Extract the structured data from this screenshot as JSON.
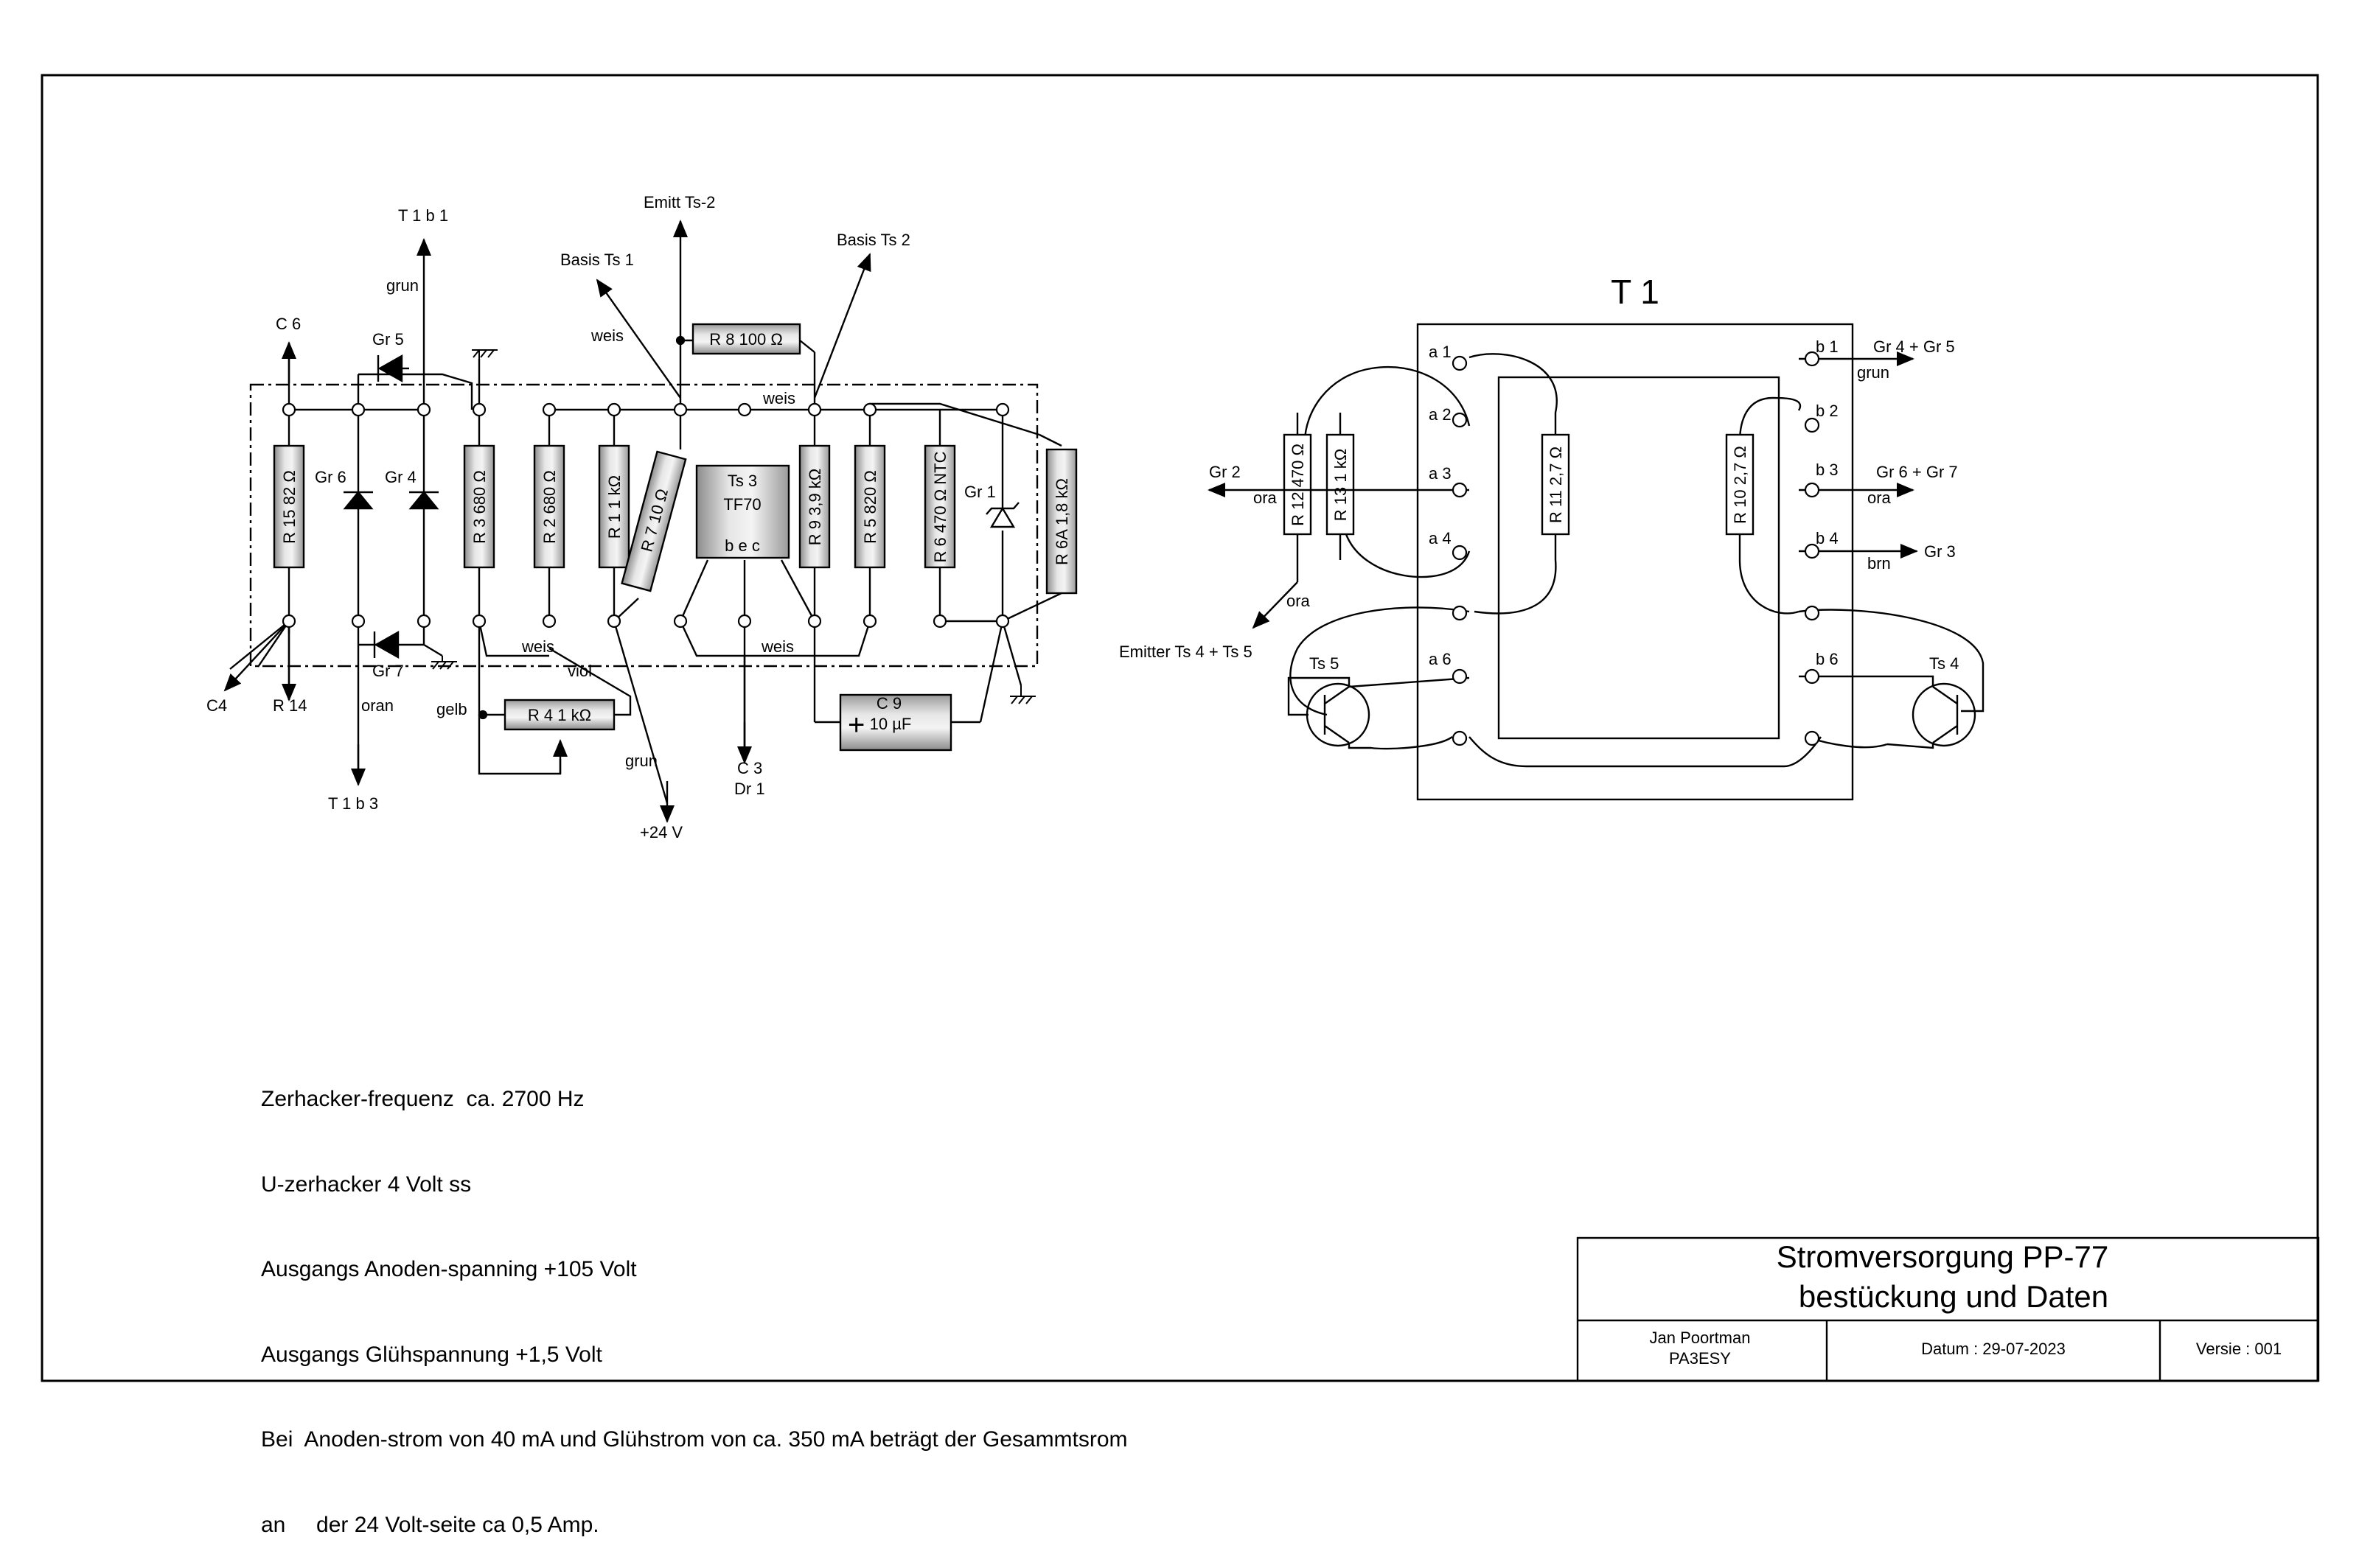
{
  "left_circuit": {
    "labels": {
      "t1b1": "T 1 b 1",
      "grun_top": "grun",
      "c6": "C 6",
      "gr5": "Gr 5",
      "emitt_ts2": "Emitt Ts-2",
      "basis_ts1": "Basis Ts 1",
      "basis_ts2": "Basis Ts 2",
      "weis_r8": "weis",
      "weis_top": "weis",
      "gr6": "Gr 6",
      "gr4": "Gr 4",
      "gr1": "Gr 1",
      "gr7": "Gr 7",
      "c4": "C4",
      "r14": "R 14",
      "oran": "oran",
      "t1b3": "T 1 b 3",
      "weis_bot1": "weis",
      "viol": "viol",
      "weis_bot2": "weis",
      "gelb": "gelb",
      "grun_bot": "grun",
      "plus24": "+24 V",
      "c3": "C 3",
      "dr1": "Dr 1"
    },
    "components": {
      "r15": "R 15  82 Ω",
      "r3": "R 3  680 Ω",
      "r2": "R 2  680 Ω",
      "r1": "R 1  1 kΩ",
      "r7": "R 7  10 Ω",
      "r8": "R 8  100 Ω",
      "r9": "R 9  3,9 kΩ",
      "r5": "R 5  820 Ω",
      "r6": "R 6  470 Ω NTC",
      "r6a": "R 6A  1,8 kΩ",
      "r4": "R 4  1 kΩ",
      "ts3_a": "Ts 3",
      "ts3_b": "TF70",
      "ts3_pins": "b  e  c",
      "c9_a": "C 9",
      "c9_b": "10 µF"
    }
  },
  "transformer": {
    "title": "T 1",
    "pins_a": [
      "a 1",
      "a 2",
      "a 3",
      "a 4",
      "a 6"
    ],
    "pins_b": [
      "b 1",
      "b 2",
      "b 3",
      "b 4",
      "b 6"
    ],
    "r12": "R 12  470 Ω",
    "r13": "R 13  1 kΩ",
    "r11": "R 11  2,7 Ω",
    "r10": "R 10  2,7 Ω",
    "gr2": "Gr 2",
    "ora1": "ora",
    "ora2": "ora",
    "ora3": "ora",
    "emitter": "Emitter Ts 4 + Ts 5",
    "ts5": "Ts 5",
    "ts4": "Ts 4",
    "gr45": "Gr 4  + Gr 5",
    "grun": "grun",
    "gr67": "Gr 6  + Gr 7",
    "gr3": "Gr 3",
    "brn": "brn"
  },
  "notes": [
    "Zerhacker-frequenz  ca. 2700 Hz",
    "U-zerhacker 4 Volt ss",
    "Ausgangs Anoden-spanning +105 Volt",
    "Ausgangs Glühspannung +1,5 Volt",
    "Bei  Anoden-strom von 40 mA und Glühstrom von ca. 350 mA beträgt der Gesammtsrom",
    "an     der 24 Volt-seite ca 0,5 Amp."
  ],
  "title_block": {
    "title_line1": "Stromversorgung PP-77",
    "title_line2": "bestückung und Daten",
    "author": "Jan Poortman",
    "callsign": "PA3ESY",
    "date": "Datum  :  29-07-2023",
    "version": "Versie :  001"
  }
}
